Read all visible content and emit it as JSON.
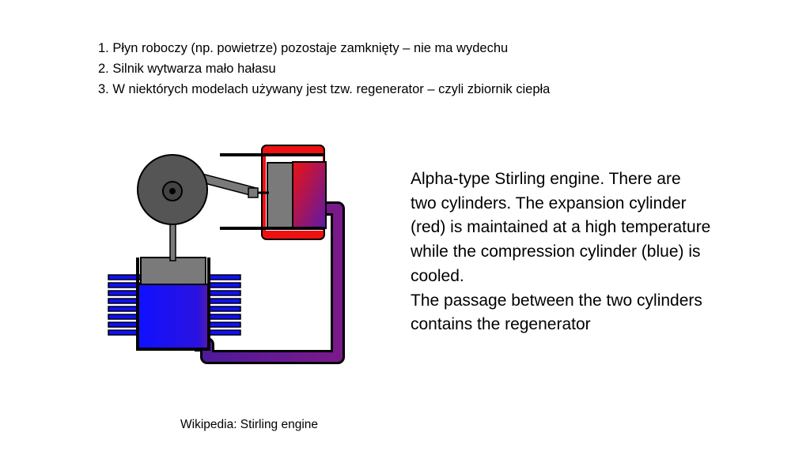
{
  "slide": {
    "points": [
      {
        "number": "1.",
        "text": "Płyn roboczy (np. powietrze) pozostaje zamknięty – nie ma wydechu"
      },
      {
        "number": "2.",
        "text": "Silnik wytwarza mało hałasu"
      },
      {
        "number": "3.",
        "text": "W niektórych modelach używany jest tzw. regenerator – czyli zbiornik ciepła"
      }
    ],
    "description": {
      "paragraph1": "Alpha-type Stirling engine. There are two cylinders. The expansion cylinder (red) is maintained at a high temperature while the compression cylinder (blue) is cooled.",
      "paragraph2": "The passage between the two cylinders contains the regenerator"
    },
    "credit": "Wikipedia: Stirling engine"
  },
  "diagram": {
    "hot_color": "#ee1111",
    "cold_color": "#1010ff",
    "passage_color": "#7a1a8a",
    "metal_color": "#7a7a7a",
    "flywheel_color": "#555555"
  }
}
